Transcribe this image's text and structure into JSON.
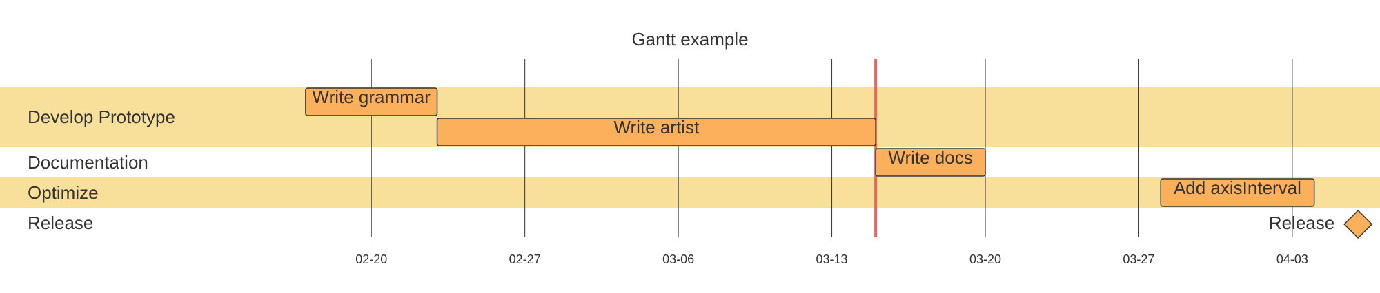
{
  "chart_data": {
    "type": "gantt",
    "title": "Gantt example",
    "xlabel": "",
    "ylabel": "",
    "x_range": [
      "2025-02-12",
      "2025-04-07"
    ],
    "today": "2025-03-15",
    "x_ticks": [
      {
        "date": "2025-02-20",
        "label": "02-20"
      },
      {
        "date": "2025-02-27",
        "label": "02-27"
      },
      {
        "date": "2025-03-06",
        "label": "03-06"
      },
      {
        "date": "2025-03-13",
        "label": "03-13"
      },
      {
        "date": "2025-03-20",
        "label": "03-20"
      },
      {
        "date": "2025-03-27",
        "label": "03-27"
      },
      {
        "date": "2025-04-03",
        "label": "04-03"
      }
    ],
    "sections": [
      {
        "name": "Develop Prototype",
        "shaded": true,
        "tasks": [
          {
            "name": "Write grammar",
            "start": "2025-02-17",
            "end": "2025-02-23"
          },
          {
            "name": "Write artist",
            "start": "2025-02-23",
            "end": "2025-03-15"
          }
        ]
      },
      {
        "name": "Documentation",
        "shaded": false,
        "tasks": [
          {
            "name": "Write docs",
            "start": "2025-03-15",
            "end": "2025-03-20"
          }
        ]
      },
      {
        "name": "Optimize",
        "shaded": true,
        "tasks": [
          {
            "name": "Add axisInterval",
            "start": "2025-03-28",
            "end": "2025-04-04"
          }
        ]
      },
      {
        "name": "Release",
        "shaded": false,
        "milestones": [
          {
            "name": "Release",
            "date": "2025-04-06"
          }
        ]
      }
    ],
    "grid": true,
    "colors": {
      "section_band": "#f9e09a",
      "task_fill": "#fcb05c",
      "task_stroke": "#333333",
      "grid_line": "#333333",
      "today_line": "#e8675f",
      "text": "#333333"
    }
  }
}
